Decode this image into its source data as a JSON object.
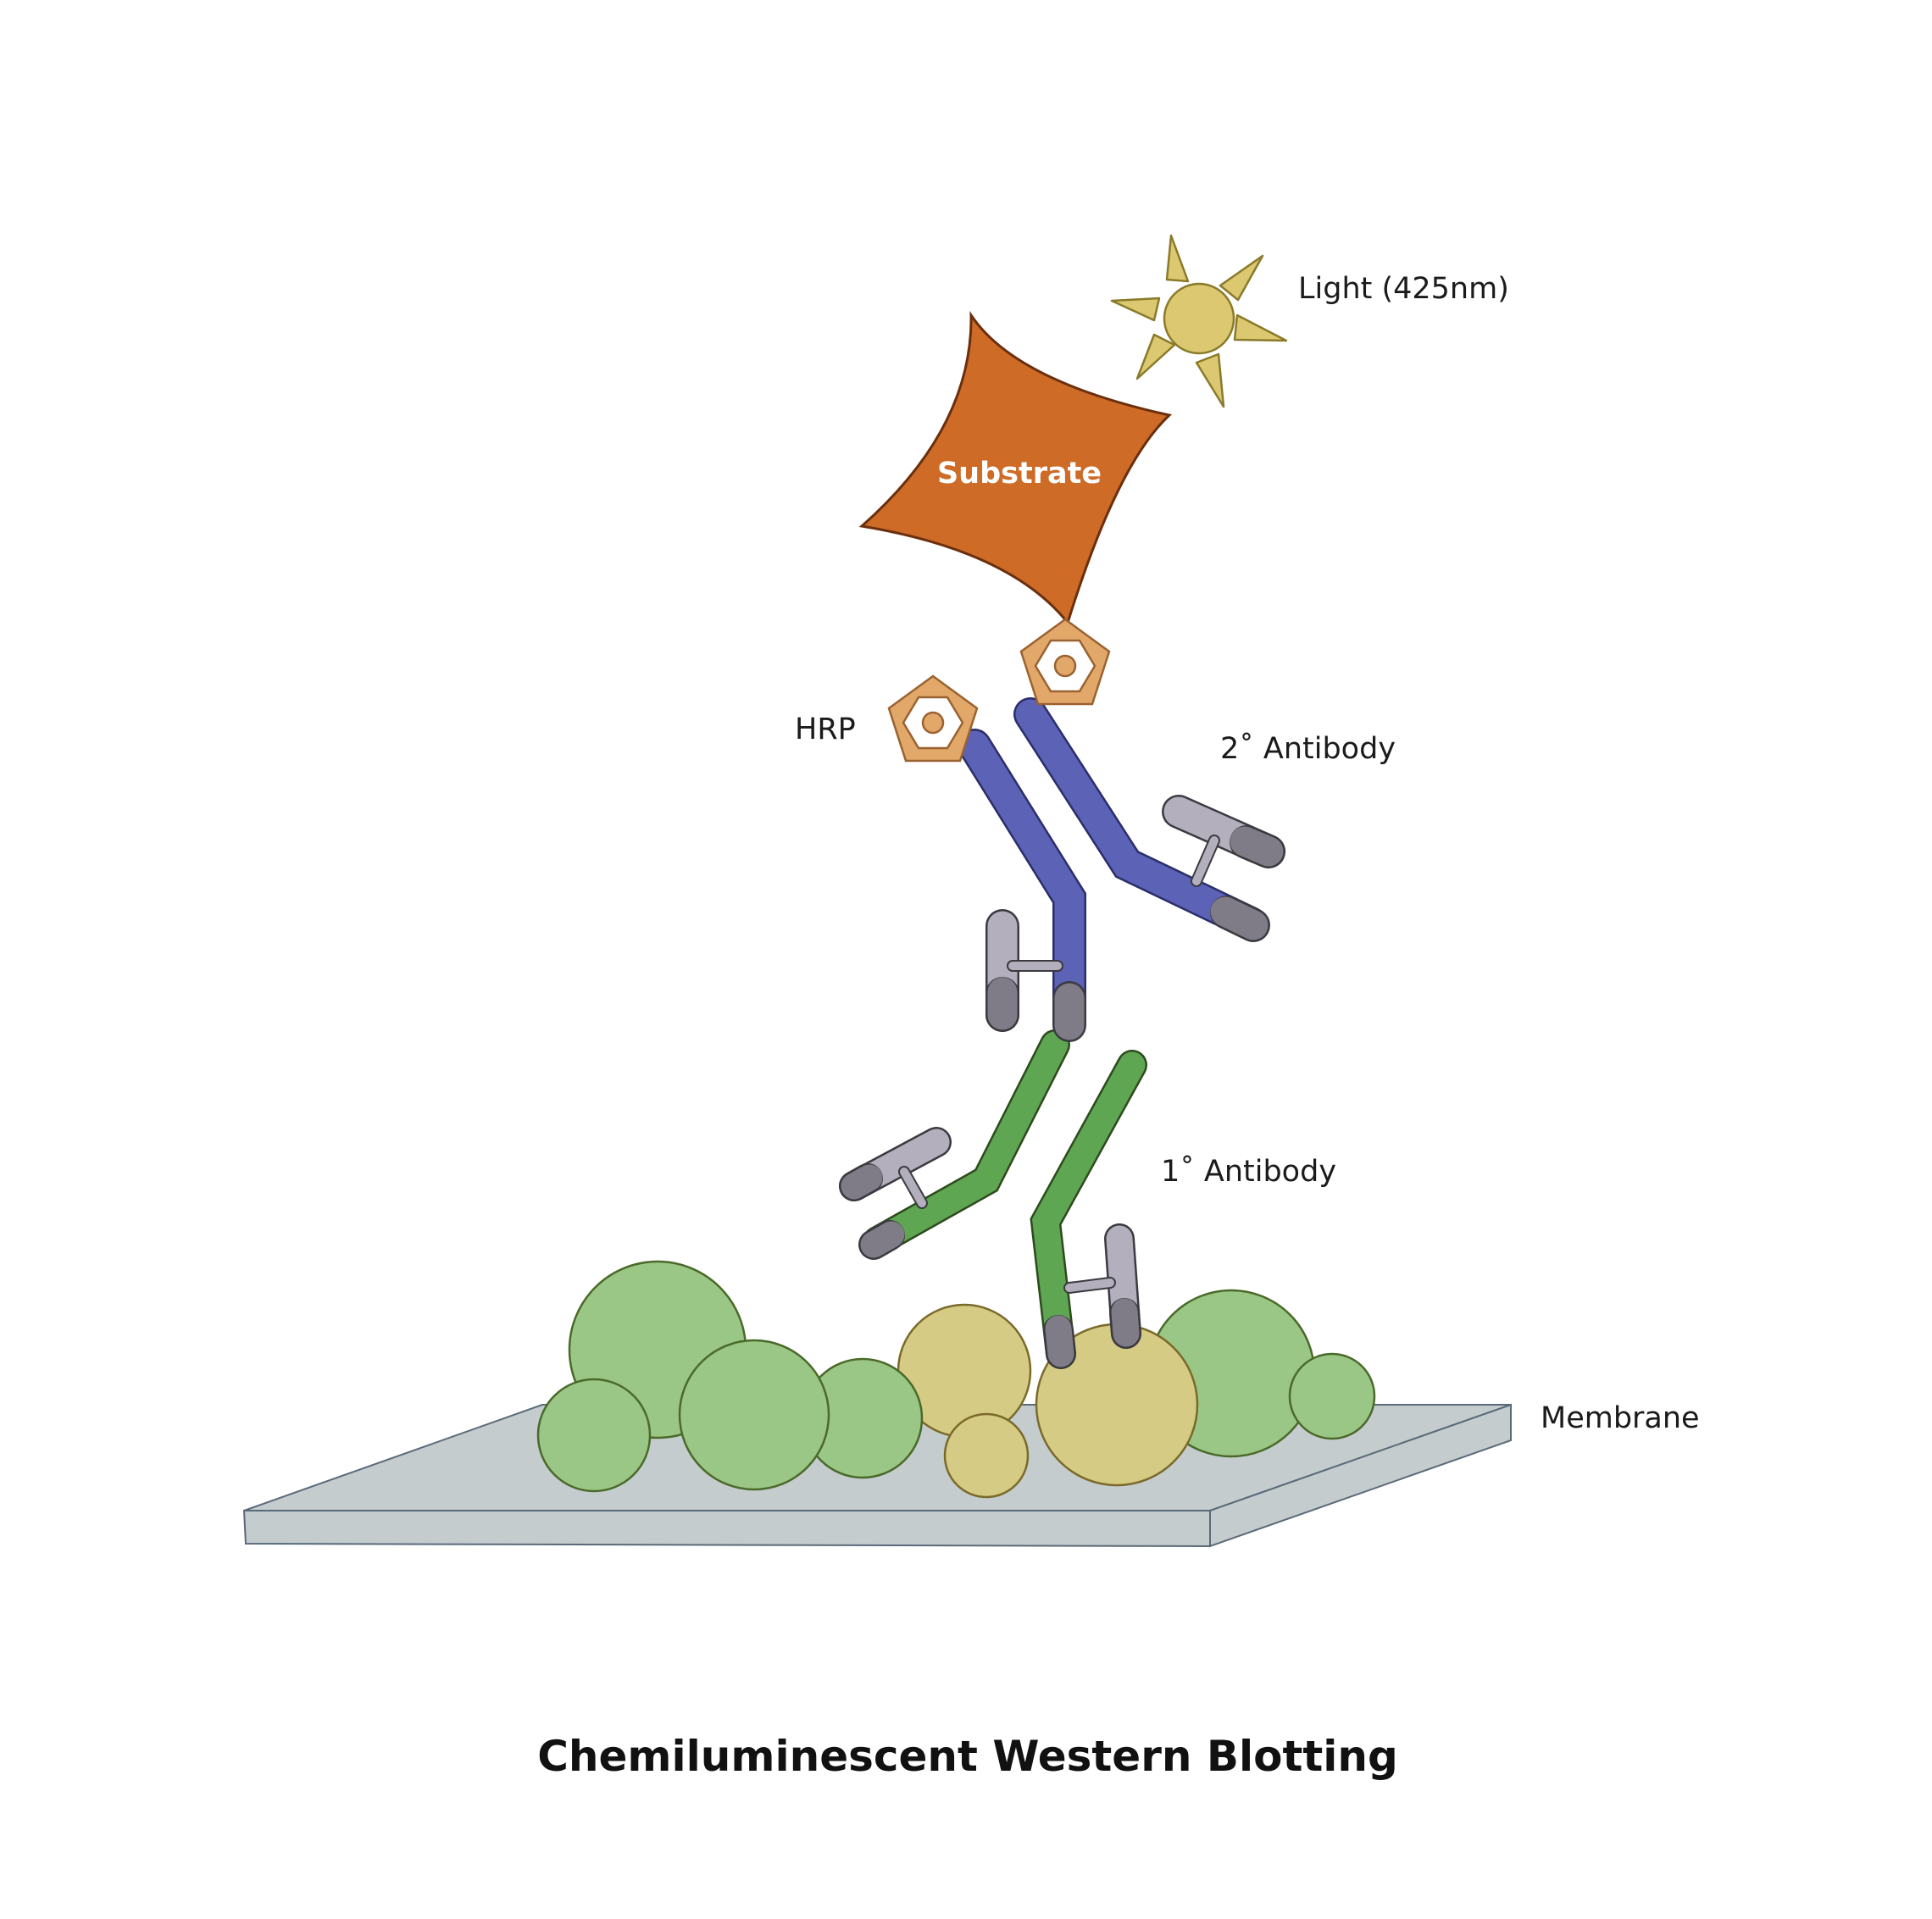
{
  "title": "Chemiluminescent Western Blotting",
  "labels": {
    "light": "Light (425nm)",
    "substrate": "Substrate",
    "hrp": "HRP",
    "secondary_antibody": "2˚ Antibody",
    "primary_antibody": "1˚ Antibody",
    "membrane": "Membrane"
  },
  "colors": {
    "membrane_top": "#c4cccd",
    "membrane_edge": "#5a6a7a",
    "protein_green": "#9bc786",
    "protein_green_stroke": "#4a6a2a",
    "protein_yellow": "#d6cb84",
    "protein_yellow_stroke": "#7a6a2a",
    "primary_antibody": "#5ea652",
    "secondary_antibody": "#5c62b5",
    "light_chain": "#b3afbd",
    "constant_tip": "#7f7b87",
    "hrp_fill": "#e2a86a",
    "substrate_fill": "#cd6b27",
    "substrate_stroke": "#6b2f0e",
    "sun_fill": "#dbc870",
    "sun_stroke": "#8a7a2a"
  }
}
